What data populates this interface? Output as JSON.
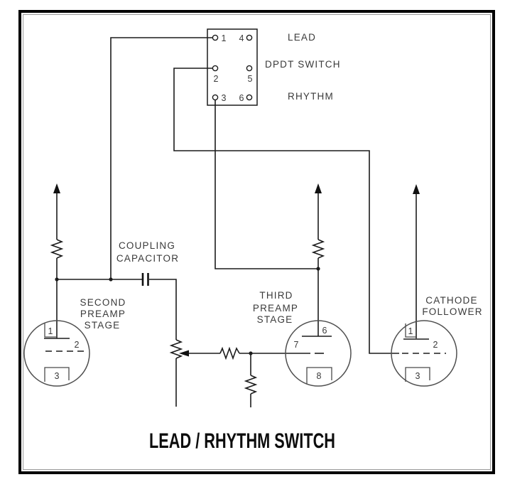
{
  "diagram": {
    "title": "LEAD / RHYTHM SWITCH",
    "switch": {
      "type_label": "DPDT SWITCH",
      "position_up": "LEAD",
      "position_down": "RHYTHM",
      "pins": {
        "p1": "1",
        "p2": "2",
        "p3": "3",
        "p4": "4",
        "p5": "5",
        "p6": "6"
      }
    },
    "labels": {
      "coupling_capacitor": [
        "COUPLING",
        "CAPACITOR"
      ],
      "second_preamp": [
        "SECOND",
        "PREAMP",
        "STAGE"
      ],
      "third_preamp": [
        "THIRD",
        "PREAMP",
        "STAGE"
      ],
      "cathode_follower": [
        "CATHODE",
        "FOLLOWER"
      ]
    },
    "tube_pins": {
      "second_preamp": {
        "plate": "1",
        "grid": "2",
        "cathode": "3"
      },
      "third_preamp": {
        "plate": "6",
        "grid": "7",
        "cathode": "8"
      },
      "cathode_follower": {
        "plate": "1",
        "grid": "2",
        "cathode": "3"
      }
    },
    "colors": {
      "wire": "#1c1c1c",
      "text": "#3a3a3a",
      "title": "#0d0d0d",
      "frame": "#000000"
    }
  }
}
